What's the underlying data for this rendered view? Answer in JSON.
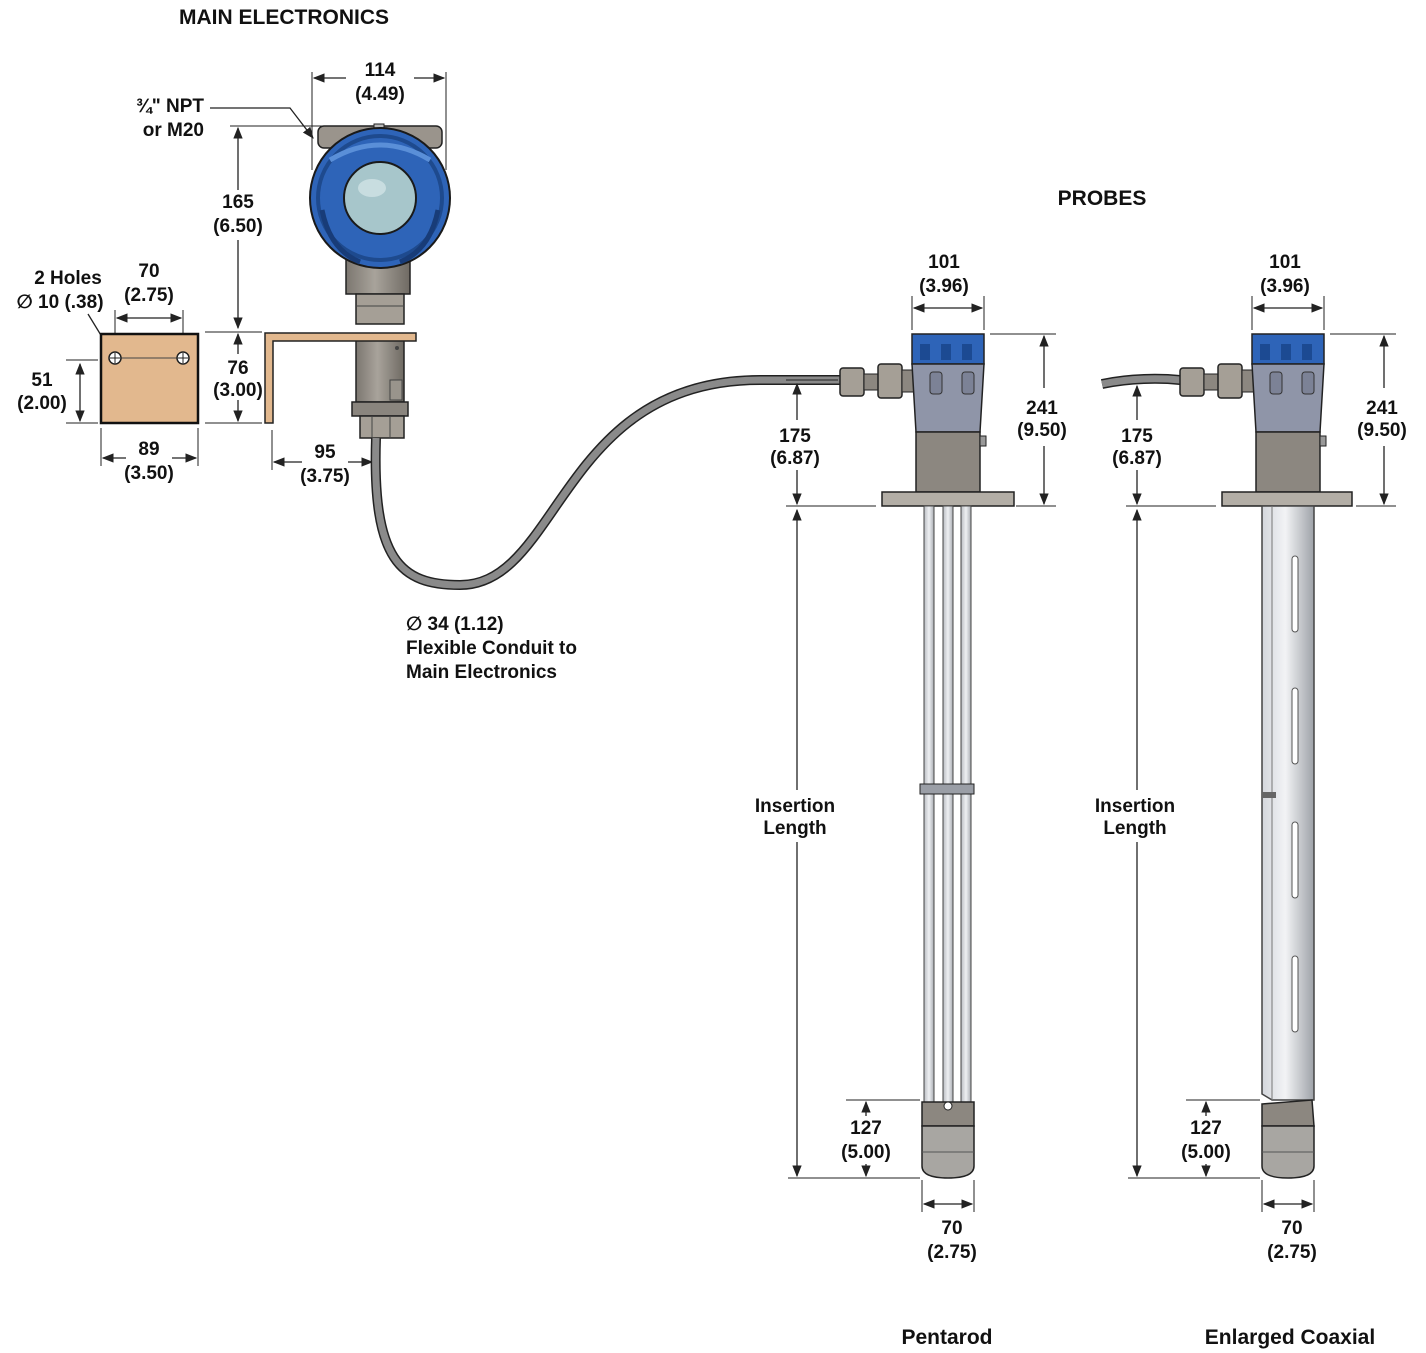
{
  "headings": {
    "main_electronics": "MAIN ELECTRONICS",
    "probes": "PROBES",
    "pentarod": "Pentarod",
    "enlarged_coaxial": "Enlarged Coaxial"
  },
  "electronics": {
    "housing_width": [
      "114",
      "(4.49)"
    ],
    "conduit_entry": [
      "¾\" NPT",
      "or M20"
    ],
    "housing_height": [
      "165",
      "(6.50)"
    ],
    "bracket_height": [
      "76",
      "(3.00)"
    ],
    "bracket_offset": [
      "95",
      "(3.75)"
    ],
    "conduit_note": [
      "∅ 34 (1.12)",
      "Flexible Conduit to",
      "Main Electronics"
    ]
  },
  "mounting_plate": {
    "holes": [
      "2 Holes",
      "∅ 10 (.38)"
    ],
    "hole_spacing": [
      "70",
      "(2.75)"
    ],
    "height": [
      "51",
      "(2.00)"
    ],
    "width": [
      "89",
      "(3.50)"
    ]
  },
  "pentarod": {
    "head_width": [
      "101",
      "(3.96)"
    ],
    "head_height": [
      "241",
      "(9.50)"
    ],
    "conduit_height": [
      "175",
      "(6.87)"
    ],
    "insertion": [
      "Insertion",
      "Length"
    ],
    "tip_height": [
      "127",
      "(5.00)"
    ],
    "tip_width": [
      "70",
      "(2.75)"
    ]
  },
  "coaxial": {
    "head_width": [
      "101",
      "(3.96)"
    ],
    "head_height": [
      "241",
      "(9.50)"
    ],
    "conduit_height": [
      "175",
      "(6.87)"
    ],
    "insertion": [
      "Insertion",
      "Length"
    ],
    "tip_height": [
      "127",
      "(5.00)"
    ],
    "tip_width": [
      "70",
      "(2.75)"
    ]
  },
  "colors": {
    "housing_blue": "#2e64b8",
    "window": "#a7c6cb",
    "plate": "#e2b88e",
    "metal": "#8c8780",
    "conduit": "#8a8a8a",
    "probe_cap": "#8f95a8"
  }
}
